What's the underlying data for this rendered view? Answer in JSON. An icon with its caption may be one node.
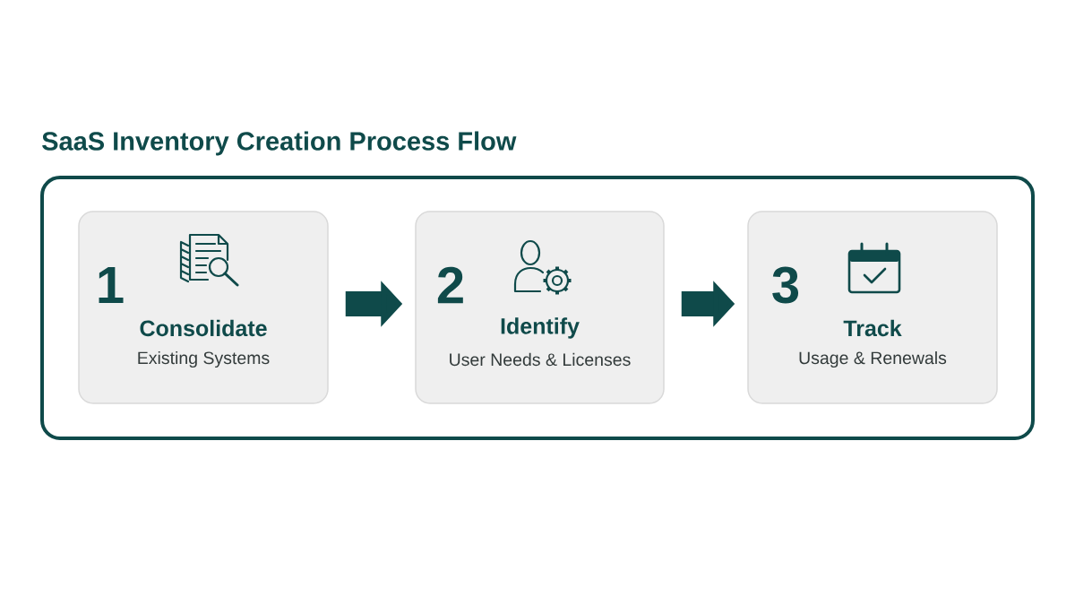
{
  "diagram": {
    "title": "SaaS Inventory Creation Process Flow",
    "nodes": [
      {
        "text": [],
        "shape": "box"
      },
      {
        "text": [
          "1",
          "Consolidate",
          "Existing Systems"
        ],
        "in": 0
      },
      {
        "text": [
          "2",
          "Identify",
          "User Needs & Licenses"
        ],
        "in": 0
      },
      {
        "text": [
          "3",
          "Track",
          "Usage & Renewals"
        ],
        "in": 0
      }
    ],
    "edges": [
      {
        "from": 1,
        "to": 2,
        "arrow": "to"
      },
      {
        "from": 2,
        "to": 3,
        "arrow": "to"
      }
    ]
  }
}
